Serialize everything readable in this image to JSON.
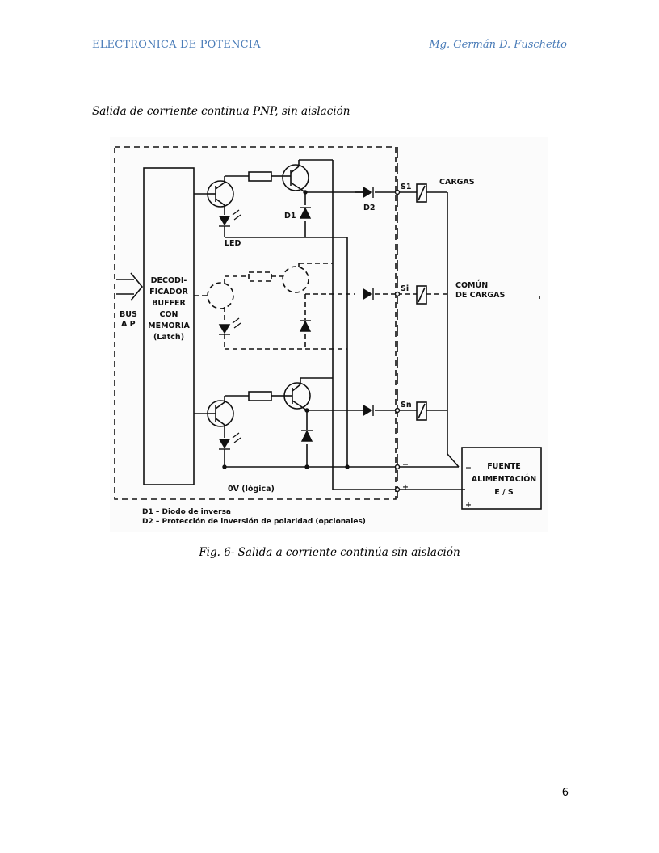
{
  "header": {
    "left": "ELECTRONICA DE POTENCIA",
    "right": "Mg. Germán D. Fuschetto"
  },
  "section_title": "Salida de corriente continua PNP, sin aislación",
  "figure": {
    "labels": {
      "decoder": [
        "DECODI-",
        "FICADOR",
        "BUFFER",
        "CON",
        "MEMORIA",
        "(Latch)"
      ],
      "bus": [
        "BUS",
        "A P"
      ],
      "led": "LED",
      "d1": "D1",
      "d2": "D2",
      "s1": "S1",
      "si": "Si",
      "sn": "Sn",
      "cargas": "CARGAS",
      "comun": [
        "COMÚN",
        "DE CARGAS"
      ],
      "fuente": [
        "FUENTE",
        "ALIMENTACIÓN",
        "E / S"
      ],
      "minus": "−",
      "plus": "+",
      "zero_v": "0V (lógica)",
      "note1": "D1 – Diodo de inversa",
      "note2": "D2 – Protección de inversión de polaridad (opcionales)"
    }
  },
  "caption": "Fig. 6- Salida a corriente continúa sin aislación",
  "page_number": "6"
}
